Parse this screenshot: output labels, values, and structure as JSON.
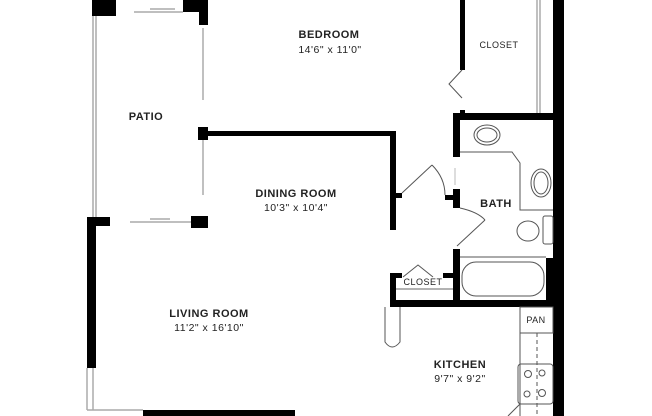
{
  "rooms": {
    "bedroom": {
      "name": "BEDROOM",
      "size": "14'6\" x 11'0\""
    },
    "patio": {
      "name": "PATIO"
    },
    "dining": {
      "name": "DINING ROOM",
      "size": "10'3\" x 10'4\""
    },
    "living": {
      "name": "LIVING ROOM",
      "size": "11'2\" x 16'10\""
    },
    "kitchen": {
      "name": "KITCHEN",
      "size": "9'7\" x 9'2\""
    },
    "bath": {
      "name": "BATH"
    },
    "closet_bedroom": {
      "name": "CLOSET"
    },
    "closet_hall": {
      "name": "CLOSET"
    },
    "pantry": {
      "name": "PAN"
    }
  },
  "colors": {
    "wall": "#000000",
    "glass": "#bbbbbb",
    "fixture": "#555555"
  }
}
